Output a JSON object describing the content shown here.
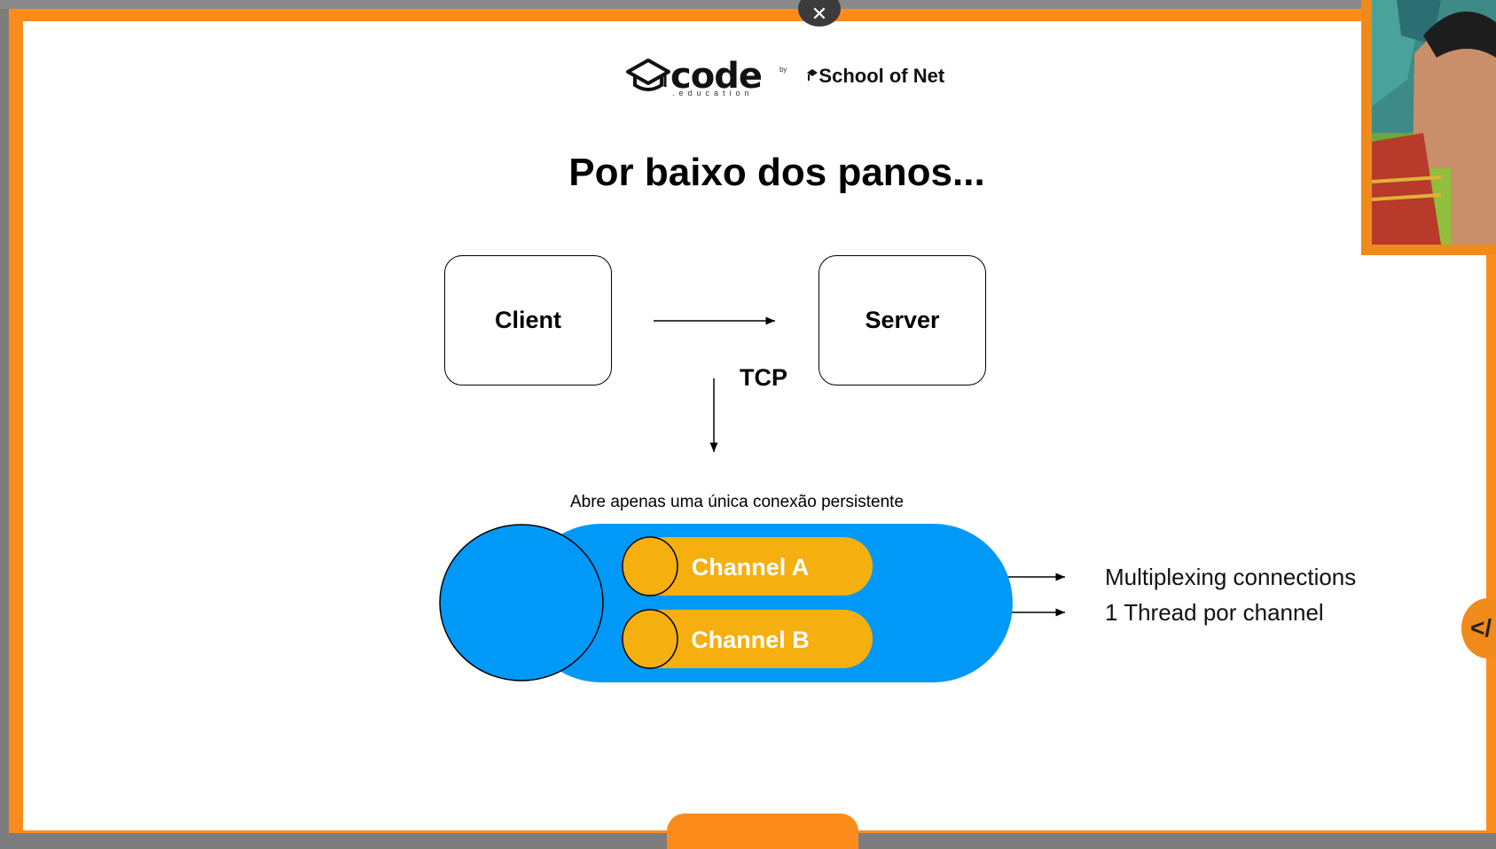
{
  "brand": {
    "code_word": "code",
    "code_sub": ".education",
    "by": "by",
    "school_of_net": "School of Net"
  },
  "slide": {
    "title": "Por baixo dos panos...",
    "client_label": "Client",
    "server_label": "Server",
    "protocol_label": "TCP",
    "connection_note": "Abre apenas uma única conexão persistente",
    "channels": [
      "Channel A",
      "Channel B"
    ],
    "notes": [
      "Multiplexing connections",
      "1 Thread por channel"
    ]
  },
  "colors": {
    "frame_orange": "#fb8c1c",
    "connection_blue": "#0099f7",
    "channel_yellow": "#f5b00f",
    "channel_text": "#ffffff"
  },
  "icons": [
    "close-icon",
    "graduation-cap-icon",
    "code-tag-icon"
  ]
}
